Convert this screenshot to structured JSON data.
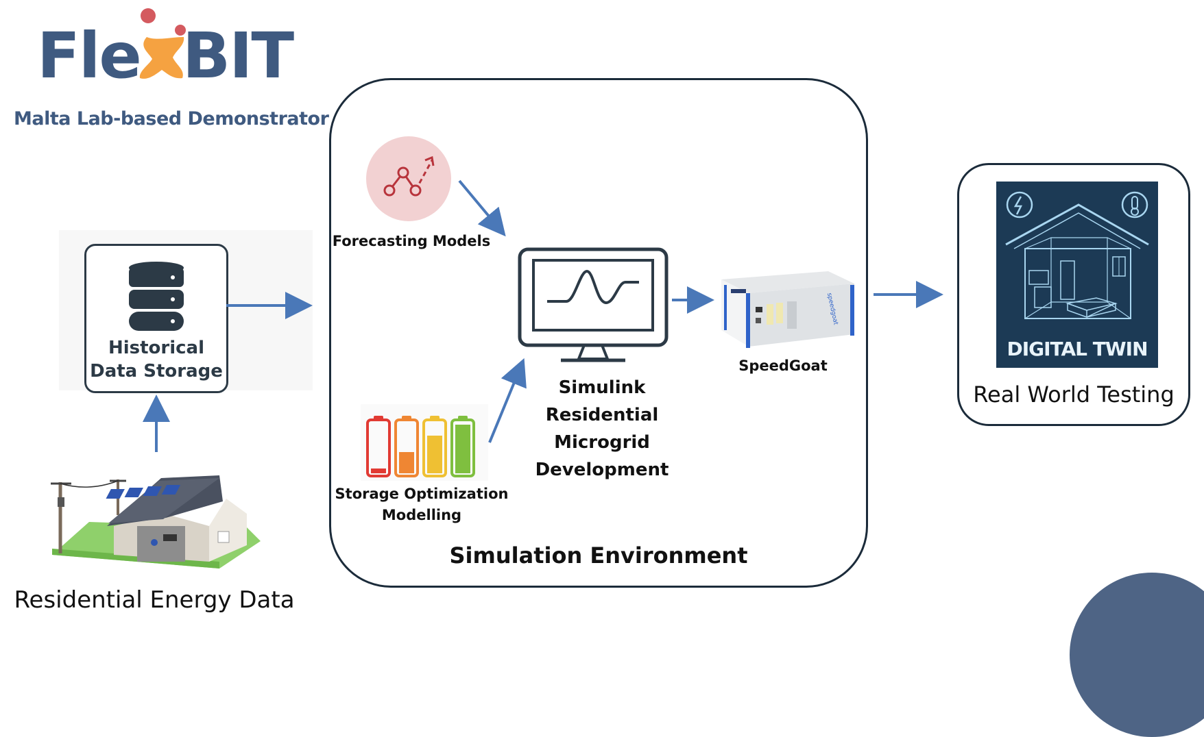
{
  "logo": {
    "text_left": "Fle",
    "text_right": "BIT"
  },
  "subtitle": "Malta Lab-based Demonstrator",
  "nodes": {
    "historical": {
      "label_line1": "Historical",
      "label_line2": "Data Storage"
    },
    "residential": {
      "label": "Residential Energy Data"
    },
    "forecasting": {
      "label": "Forecasting Models"
    },
    "storage_opt": {
      "label_line1": "Storage Optimization",
      "label_line2": "Modelling"
    },
    "simulink": {
      "line1": "Simulink",
      "line2": "Residential",
      "line3": "Microgrid",
      "line4": "Development"
    },
    "speedgoat": {
      "label": "SpeedGoat",
      "brand": "speedgoat"
    },
    "digital_twin": {
      "banner": "DIGITAL TWIN"
    },
    "real_world": {
      "label": "Real World Testing"
    }
  },
  "groups": {
    "simulation_env": "Simulation Environment"
  },
  "colors": {
    "arrow": "#4a78b8",
    "logo_blue": "#3f5a80",
    "logo_orange": "#f5a241",
    "logo_dot": "#d45a5f",
    "twin_bg": "#1c3a55",
    "corner": "#4e6485"
  }
}
